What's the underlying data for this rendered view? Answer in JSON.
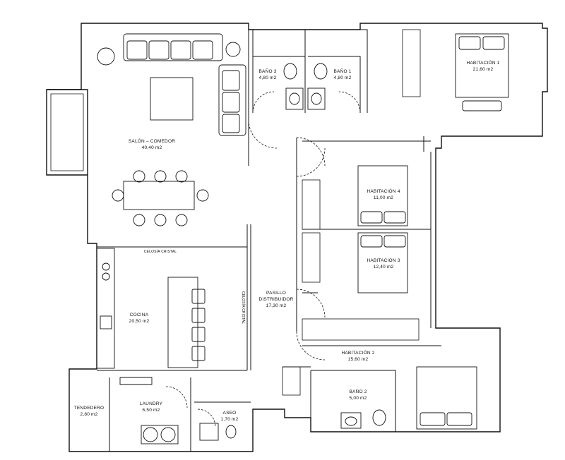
{
  "rooms": {
    "salon": {
      "name": "SALÓN – COMEDOR",
      "area": "40,40 m2"
    },
    "bano3": {
      "name": "BAÑO 3",
      "area": "4,80 m2"
    },
    "bano1": {
      "name": "BAÑO 1",
      "area": "4,80 m2"
    },
    "hab1": {
      "name": "HABITACIÓN 1",
      "area": "21,60 m2"
    },
    "hab4": {
      "name": "HABITACIÓN 4",
      "area": "11,00 m2"
    },
    "hab3": {
      "name": "HABITACIÓN 3",
      "area": "12,40 m2"
    },
    "pasillo": {
      "name": "PASILLO DISTRIBUIDOR",
      "area": "17,30 m2"
    },
    "cocina": {
      "name": "COCINA",
      "area": "20,50 m2"
    },
    "hab2": {
      "name": "HABITACIÓN 2",
      "area": "15,60 m2"
    },
    "bano2": {
      "name": "BAÑO 2",
      "area": "5,00 m2"
    },
    "laundry": {
      "name": "LAUNDRY",
      "area": "6,50 m2"
    },
    "tendedero": {
      "name": "TENDEDERO",
      "area": "2,80 m2"
    },
    "aseo": {
      "name": "ASEO",
      "area": "1,70 m2"
    }
  },
  "notes": {
    "celosia_h": "CELOSÍA CRISTAL",
    "celosia_v": "CELOSÍA CRISTAL"
  }
}
